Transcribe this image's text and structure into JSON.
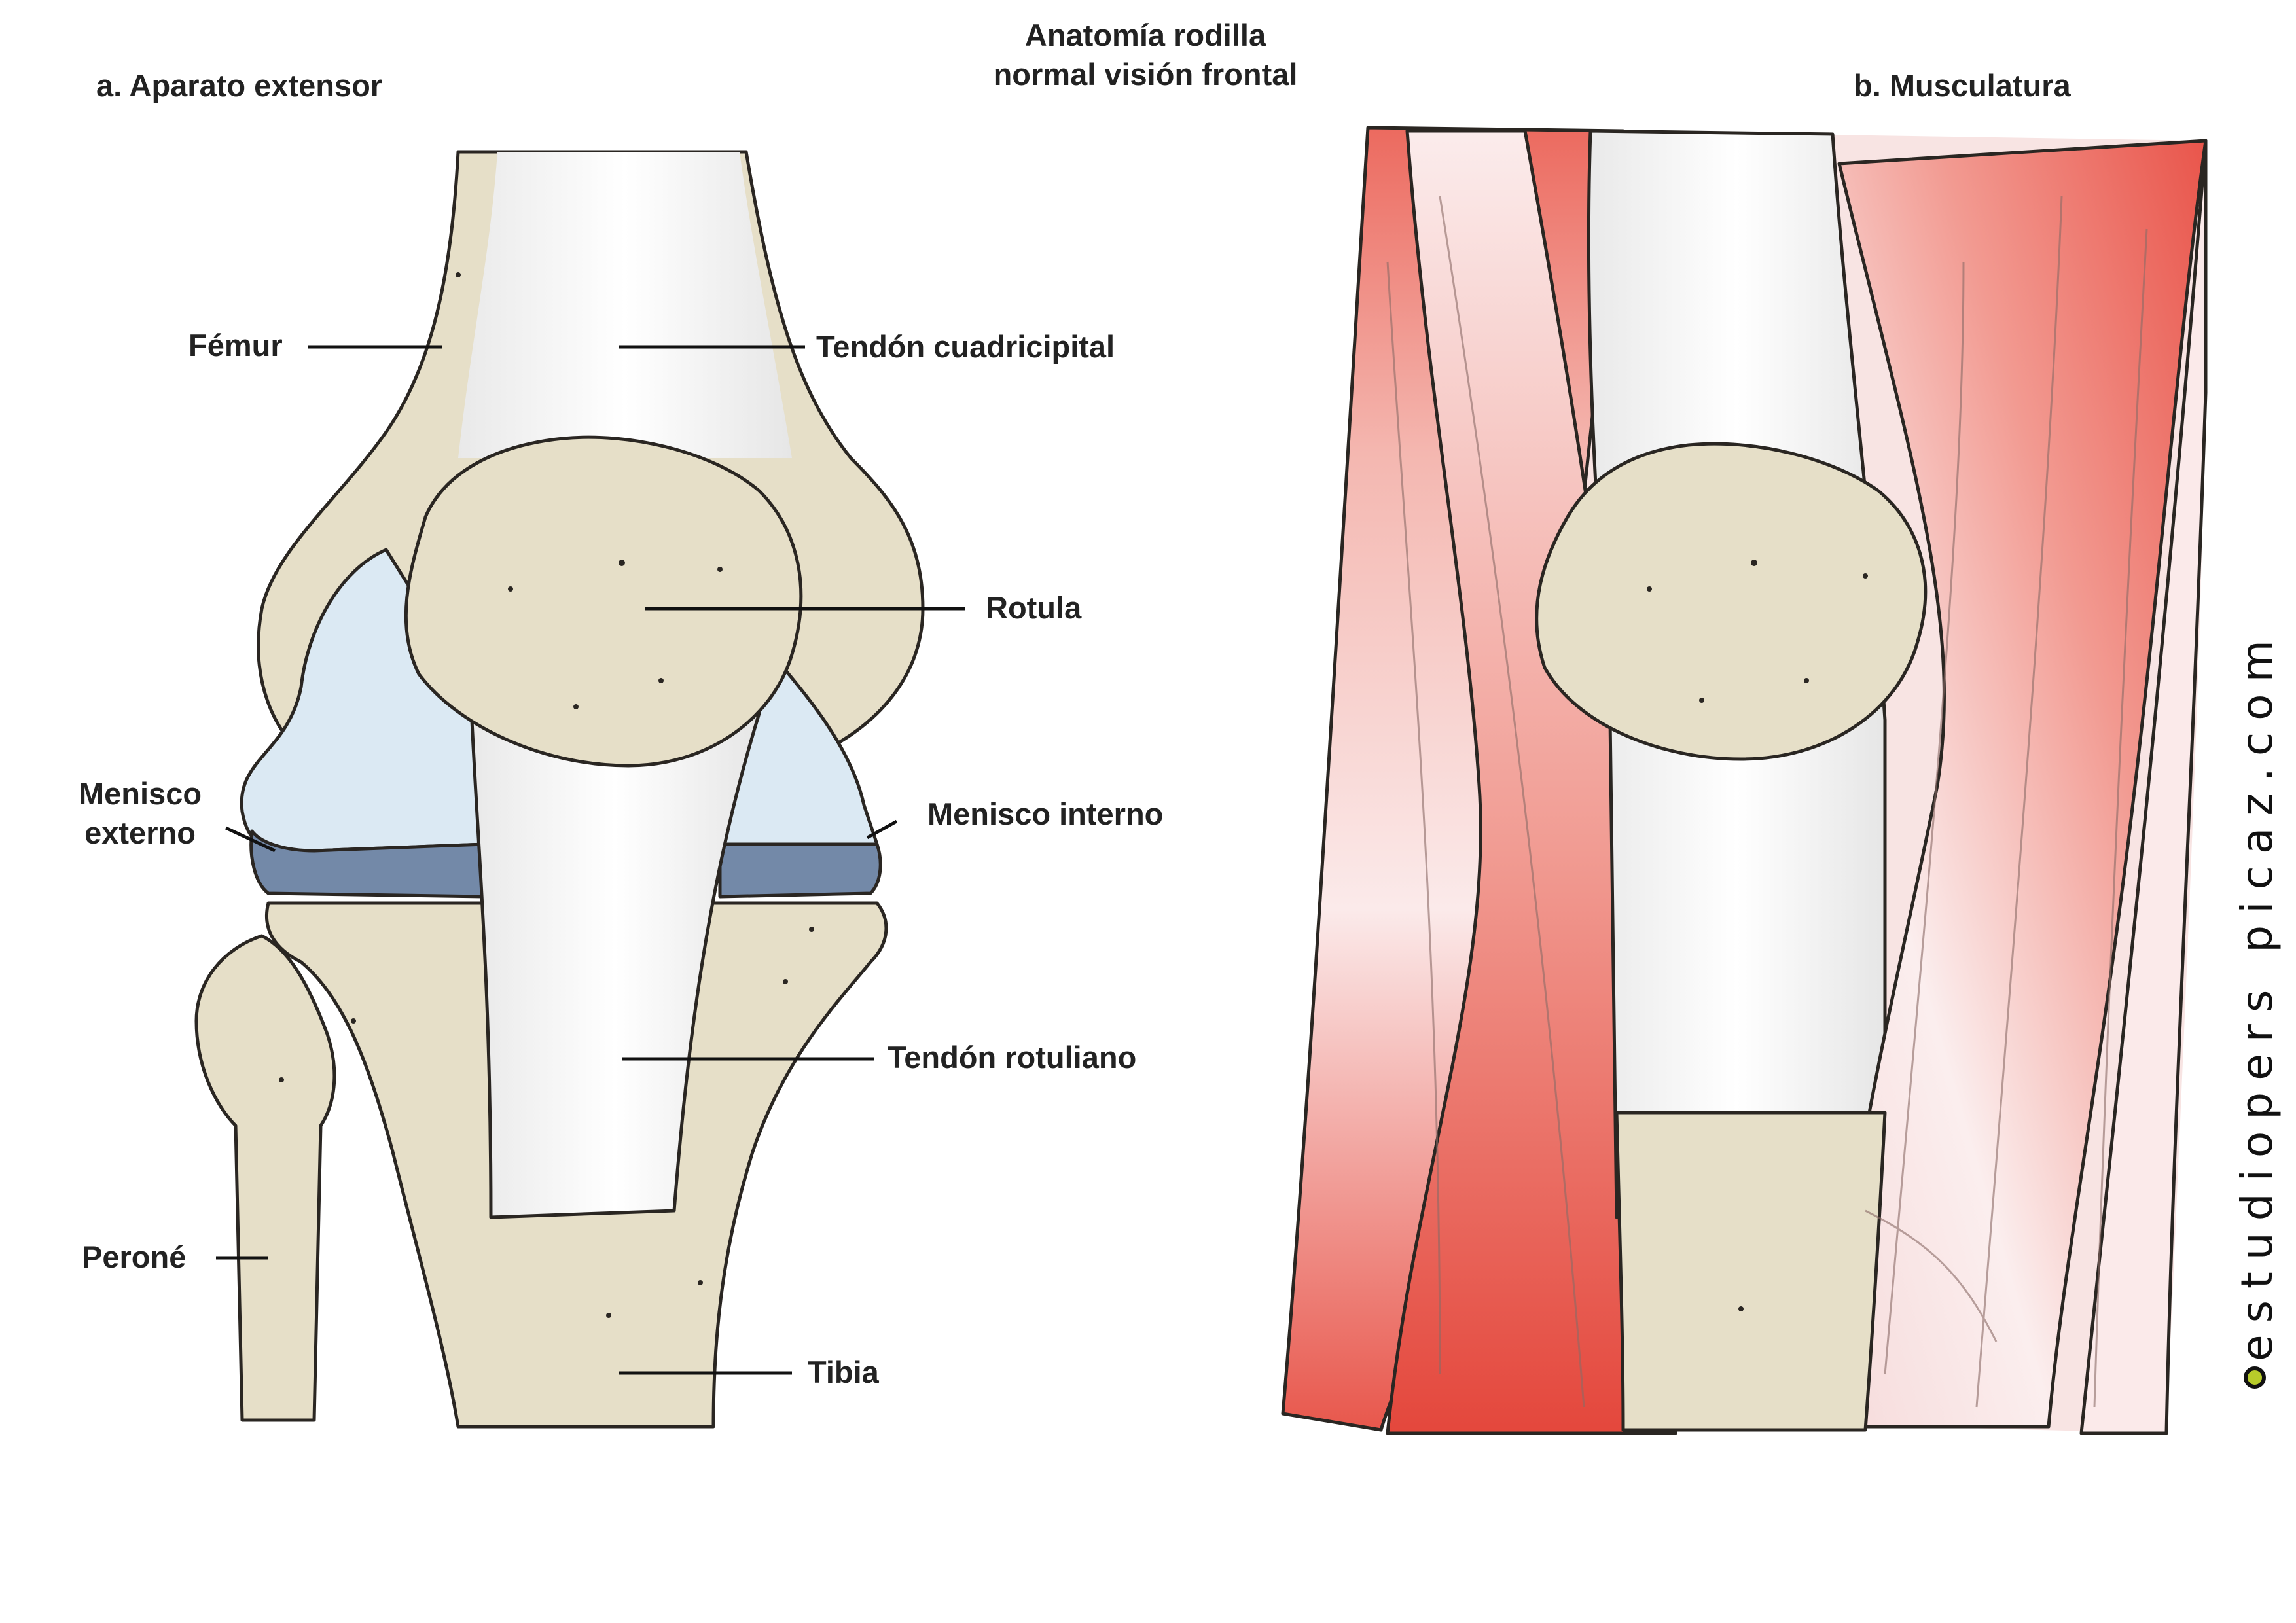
{
  "title": [
    "Anatomía rodilla",
    "normal visión frontal"
  ],
  "panels": {
    "a": "a. Aparato extensor",
    "b": "b. Musculatura"
  },
  "labels": {
    "femur": "Fémur",
    "tendon_cuadricipital": "Tendón cuadricipital",
    "rotula": "Rotula",
    "menisco_externo": [
      "Menisco",
      "externo"
    ],
    "menisco_interno": "Menisco interno",
    "tendon_rotuliano": "Tendón rotuliano",
    "perone": "Peroné",
    "tibia": "Tibia"
  },
  "watermark": "estudiopers picaz.com",
  "colors": {
    "bone": "#e6dfc8",
    "cartilage": "#dbe9f3",
    "meniscus": "#7389a8",
    "tendon": "#f7f7f7",
    "muscle": "#ec6a5f",
    "outline": "#2a2622",
    "accent_dot": "#b8cc2a"
  }
}
